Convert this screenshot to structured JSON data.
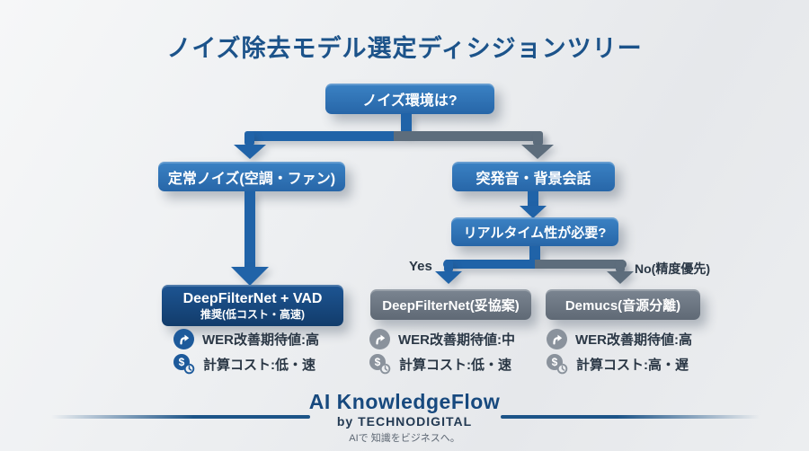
{
  "title": "ノイズ除去モデル選定ディシジョンツリー",
  "tree": {
    "root": {
      "label": "ノイズ環境は?"
    },
    "branches": {
      "left": {
        "label": "定常ノイズ(空調・ファン)"
      },
      "right": {
        "label": "突発音・背景会話"
      }
    },
    "question2": {
      "label": "リアルタイム性が必要?"
    },
    "yes_label": "Yes",
    "no_label": "No(精度優先)",
    "leaves": [
      {
        "title": "DeepFilterNet + VAD",
        "subtitle": "推奨(低コスト・高速)",
        "wer": "WER改善期待値:高",
        "cost": "計算コスト:低・速"
      },
      {
        "title": "DeepFilterNet(妥協案)",
        "wer": "WER改善期待値:中",
        "cost": "計算コスト:低・速"
      },
      {
        "title": "Demucs(音源分離)",
        "wer": "WER改善期待値:高",
        "cost": "計算コスト:高・遅"
      }
    ]
  },
  "footer": {
    "brand": "AI KnowledgeFlow",
    "byline": "by TECHNODIGITAL",
    "tagline": "AIで 知識をビジネスへ。"
  },
  "colors": {
    "title": "#1c538a",
    "node_blue": "#2d72b6",
    "leaf_navy": "#17497e",
    "leaf_gray": "#6b7580",
    "arrow_blue": "#2063a8",
    "arrow_gray": "#5d6d7c",
    "icon_blue": "#1d5a9b",
    "icon_gray": "#8a929c"
  }
}
